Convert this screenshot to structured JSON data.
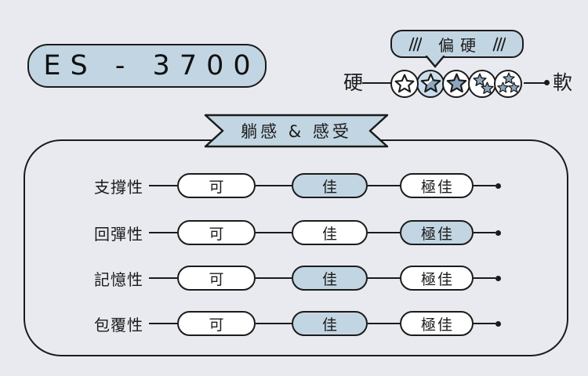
{
  "colors": {
    "background": "#e9eaef",
    "accent": "#c2d5e2",
    "accent_light": "#cadded",
    "star": "#8da6bf",
    "ink": "#1b1b1b"
  },
  "product": {
    "model": "ES - 3700"
  },
  "hardness": {
    "bubble_label": "偏硬",
    "left_label": "硬",
    "right_label": "軟",
    "levels": [
      {
        "stars": 1,
        "style": "outline",
        "selected": false
      },
      {
        "stars": 1,
        "style": "half",
        "selected": true
      },
      {
        "stars": 1,
        "style": "filled",
        "selected": false
      },
      {
        "stars": 2,
        "style": "filled",
        "selected": false
      },
      {
        "stars": 3,
        "style": "filled",
        "selected": false
      }
    ]
  },
  "feel": {
    "title": "躺感 & 感受",
    "scale_labels": [
      "可",
      "佳",
      "極佳"
    ],
    "rows": [
      {
        "label": "支撐性",
        "rating": "佳",
        "options": [
          {
            "label": "可",
            "active": false
          },
          {
            "label": "佳",
            "active": true
          },
          {
            "label": "極佳",
            "active": false
          }
        ]
      },
      {
        "label": "回彈性",
        "rating": "極佳",
        "options": [
          {
            "label": "可",
            "active": false
          },
          {
            "label": "佳",
            "active": false
          },
          {
            "label": "極佳",
            "active": true
          }
        ]
      },
      {
        "label": "記憶性",
        "rating": "佳",
        "options": [
          {
            "label": "可",
            "active": false
          },
          {
            "label": "佳",
            "active": true
          },
          {
            "label": "極佳",
            "active": false
          }
        ]
      },
      {
        "label": "包覆性",
        "rating": "佳",
        "options": [
          {
            "label": "可",
            "active": false
          },
          {
            "label": "佳",
            "active": true
          },
          {
            "label": "極佳",
            "active": false
          }
        ]
      }
    ]
  }
}
